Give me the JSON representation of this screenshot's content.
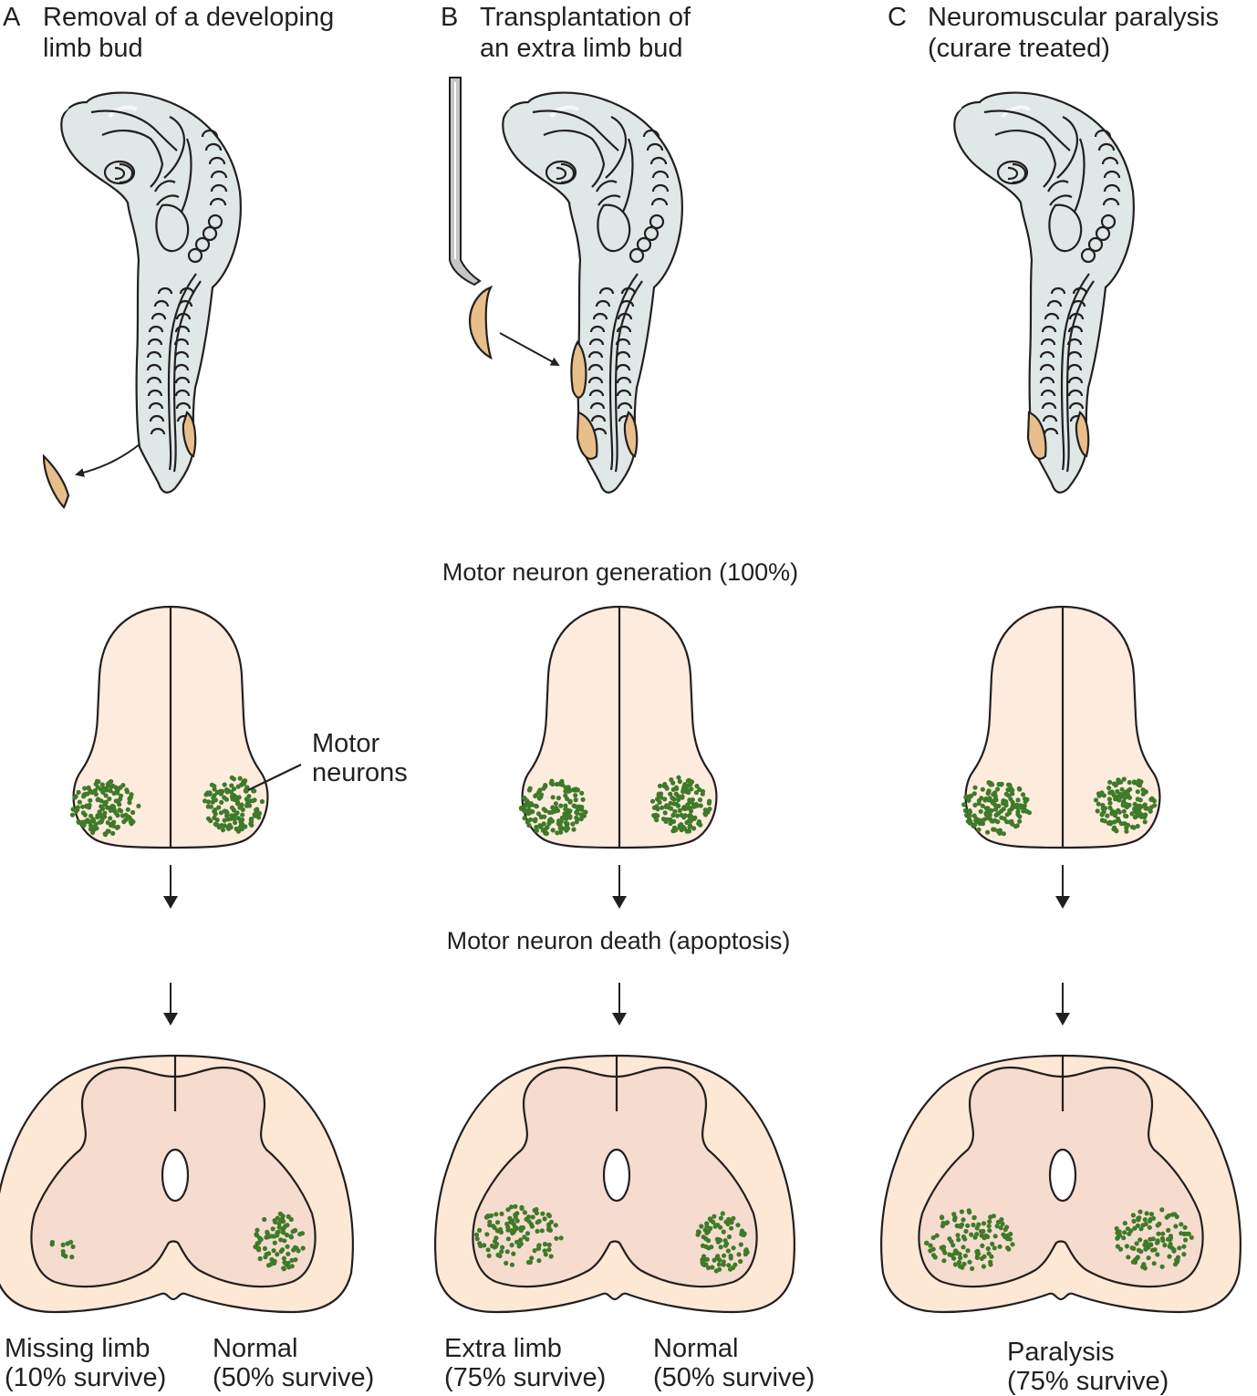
{
  "panels": [
    {
      "letter": "A",
      "title_line1": "Removal of a developing",
      "title_line2": "limb bud",
      "outcome_left_line1": "Missing limb",
      "outcome_left_line2": "(10% survive)",
      "outcome_right_line1": "Normal",
      "outcome_right_line2": "(50% survive)"
    },
    {
      "letter": "B",
      "title_line1": "Transplantation of",
      "title_line2": "an extra limb bud",
      "outcome_left_line1": "Extra limb",
      "outcome_left_line2": "(75% survive)",
      "outcome_right_line1": "Normal",
      "outcome_right_line2": "(50% survive)"
    },
    {
      "letter": "C",
      "title_line1": "Neuromuscular paralysis",
      "title_line2": "(curare treated)",
      "outcome_center_line1": "Paralysis",
      "outcome_center_line2": "(75% survive)"
    }
  ],
  "stage_labels": {
    "generation": "Motor neuron generation (100%)",
    "death": "Motor neuron death (apoptosis)"
  },
  "callout": {
    "line1": "Motor",
    "line2": "neurons"
  },
  "colors": {
    "embryo_fill": "#dfe7e7",
    "limb_bud_fill": "#e8bf8a",
    "early_cord_fill": "#fdebde",
    "white_matter_fill": "#fde8d6",
    "gray_matter_fill": "#f5dccf",
    "neuron_dot": "#3f7a2a",
    "outline": "#231f20"
  },
  "survival_percent": {
    "A_missing_limb_side": 10,
    "A_normal_side": 50,
    "B_extra_limb_side": 75,
    "B_normal_side": 50,
    "C_paralysis": 75
  }
}
